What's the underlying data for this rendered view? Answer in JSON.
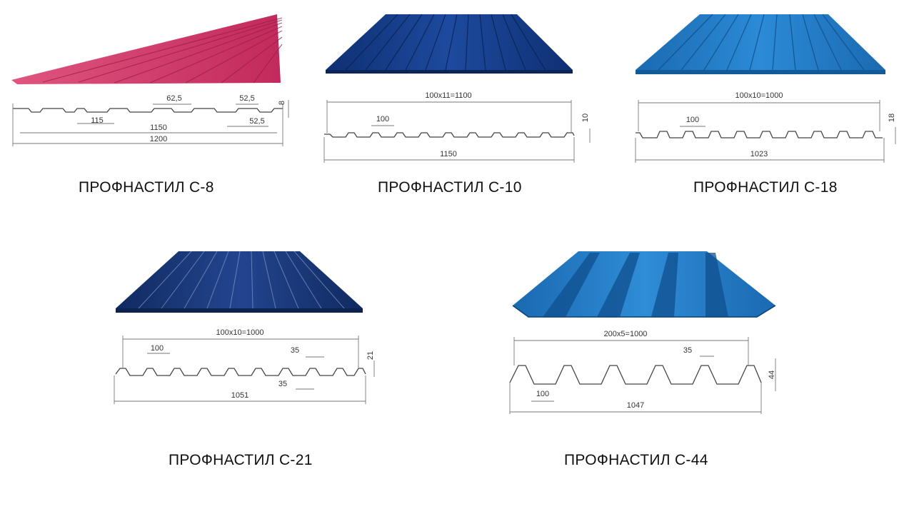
{
  "products": [
    {
      "caption": "ПРОФНАСТИЛ С-8",
      "sheet_color": "#d63a6e",
      "dimensions": {
        "pitch_top": "62,5",
        "pitch_mid": "52,5",
        "pitch_bottom": "52,5",
        "rib": "115",
        "working": "1150",
        "total": "1200",
        "height": "8"
      }
    },
    {
      "caption": "ПРОФНАСТИЛ С-10",
      "sheet_color": "#163b86",
      "dimensions": {
        "working": "100x11=1100",
        "pitch": "100",
        "height": "10",
        "total": "1150"
      }
    },
    {
      "caption": "ПРОФНАСТИЛ С-18",
      "sheet_color": "#1b74c0",
      "dimensions": {
        "working": "100x10=1000",
        "pitch": "100",
        "height": "18",
        "total": "1023"
      }
    },
    {
      "caption": "ПРОФНАСТИЛ С-21",
      "sheet_color": "#17326e",
      "dimensions": {
        "working": "100x10=1000",
        "pitch": "100",
        "rib_top": "35",
        "rib_bottom": "35",
        "height": "21",
        "total": "1051"
      }
    },
    {
      "caption": "ПРОФНАСТИЛ С-44",
      "sheet_color": "#1e78c4",
      "dimensions": {
        "working": "200x5=1000",
        "pitch": "100",
        "rib_top": "35",
        "height": "44",
        "total": "1047"
      }
    }
  ]
}
